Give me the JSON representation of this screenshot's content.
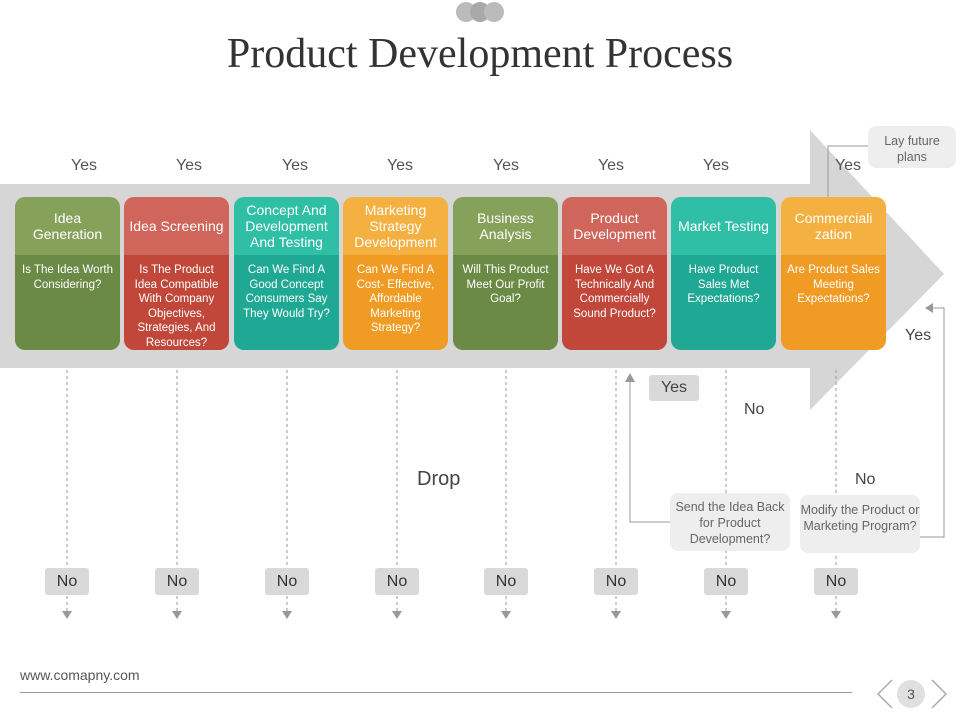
{
  "title": "Product Development Process",
  "top_yes_label": "Yes",
  "stages": [
    {
      "title": "Idea Generation",
      "question": "Is The Idea Worth Considering?",
      "head_color": "#86a15a",
      "body_color": "#6b8a45"
    },
    {
      "title": "Idea Screening",
      "question": "Is The Product Idea Compatible With Company Objectives, Strategies, And Resources?",
      "head_color": "#cf655b",
      "body_color": "#c0473a"
    },
    {
      "title": "Concept And Development And Testing",
      "question": "Can We Find A Good Concept Consumers Say They Would Try?",
      "head_color": "#2fbfa6",
      "body_color": "#1fa994"
    },
    {
      "title": "Marketing Strategy Development",
      "question": "Can We Find A Cost- Effective, Affordable Marketing Strategy?",
      "head_color": "#f4b040",
      "body_color": "#f09b24"
    },
    {
      "title": "Business Analysis",
      "question": "Will This Product Meet Our Profit Goal?",
      "head_color": "#86a15a",
      "body_color": "#6b8a45"
    },
    {
      "title": "Product Development",
      "question": "Have We Got A Technically And Commercially Sound Product?",
      "head_color": "#cf655b",
      "body_color": "#c0473a"
    },
    {
      "title": "Market Testing",
      "question": "Have Product Sales Met Expectations?",
      "head_color": "#2fbfa6",
      "body_color": "#1fa994"
    },
    {
      "title": "Commerciali zation",
      "question": "Are Product Sales Meeting Expectations?",
      "head_color": "#f4b040",
      "body_color": "#f09b24"
    }
  ],
  "no_label": "No",
  "lay_future_plans": "Lay future plans",
  "yes_right": "Yes",
  "yes_box": "Yes",
  "no_mid_1": "No",
  "no_mid_2": "No",
  "drop": "Drop",
  "send_back": "Send the Idea Back for Product Development?",
  "modify": "Modify the Product or Marketing Program?",
  "footer_url": "www.comapny.com",
  "page_number": "3"
}
